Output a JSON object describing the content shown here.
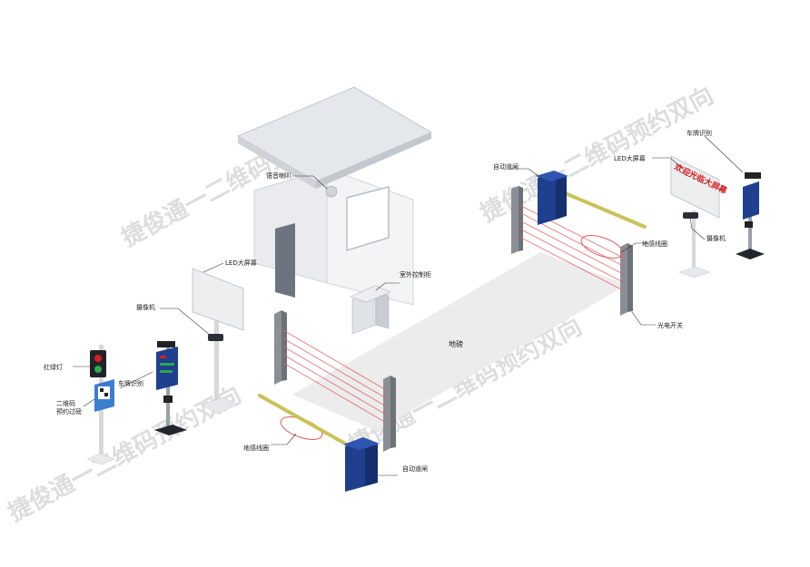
{
  "watermarks": [
    "捷俊通一二维码预约双向",
    "捷俊通一二维码预约双向",
    "捷俊通一二维码预约双向",
    "捷俊通一二维码预约双向"
  ],
  "labels": {
    "speaker": "语音喇叭",
    "outdoor_cabinet": "室外控制柜",
    "led_left": "LED大屏幕",
    "camera_left": "摄像机",
    "traffic_light": "红绿灯",
    "plate_left": "车牌识别",
    "qr_sign": "二维码\n预约过磅",
    "loop_left": "地感线圈",
    "gate_front": "自动道闸",
    "scale": "地磅",
    "gate_back": "自动道闸",
    "led_right": "LED大屏幕",
    "plate_right": "车牌识别",
    "camera_right": "摄像机",
    "loop_right": "地感线圈",
    "photo_switch": "光电开关"
  },
  "led_screen_text": "欢迎光临大屏幕",
  "colors": {
    "gate_blue": "#1f3f8f",
    "boom_yellow": "#c9c25a",
    "beam_red": "#e06060",
    "post_gray": "#8a8f96",
    "house_wall": "#eef0f3",
    "house_roof": "#dfe3e8"
  }
}
